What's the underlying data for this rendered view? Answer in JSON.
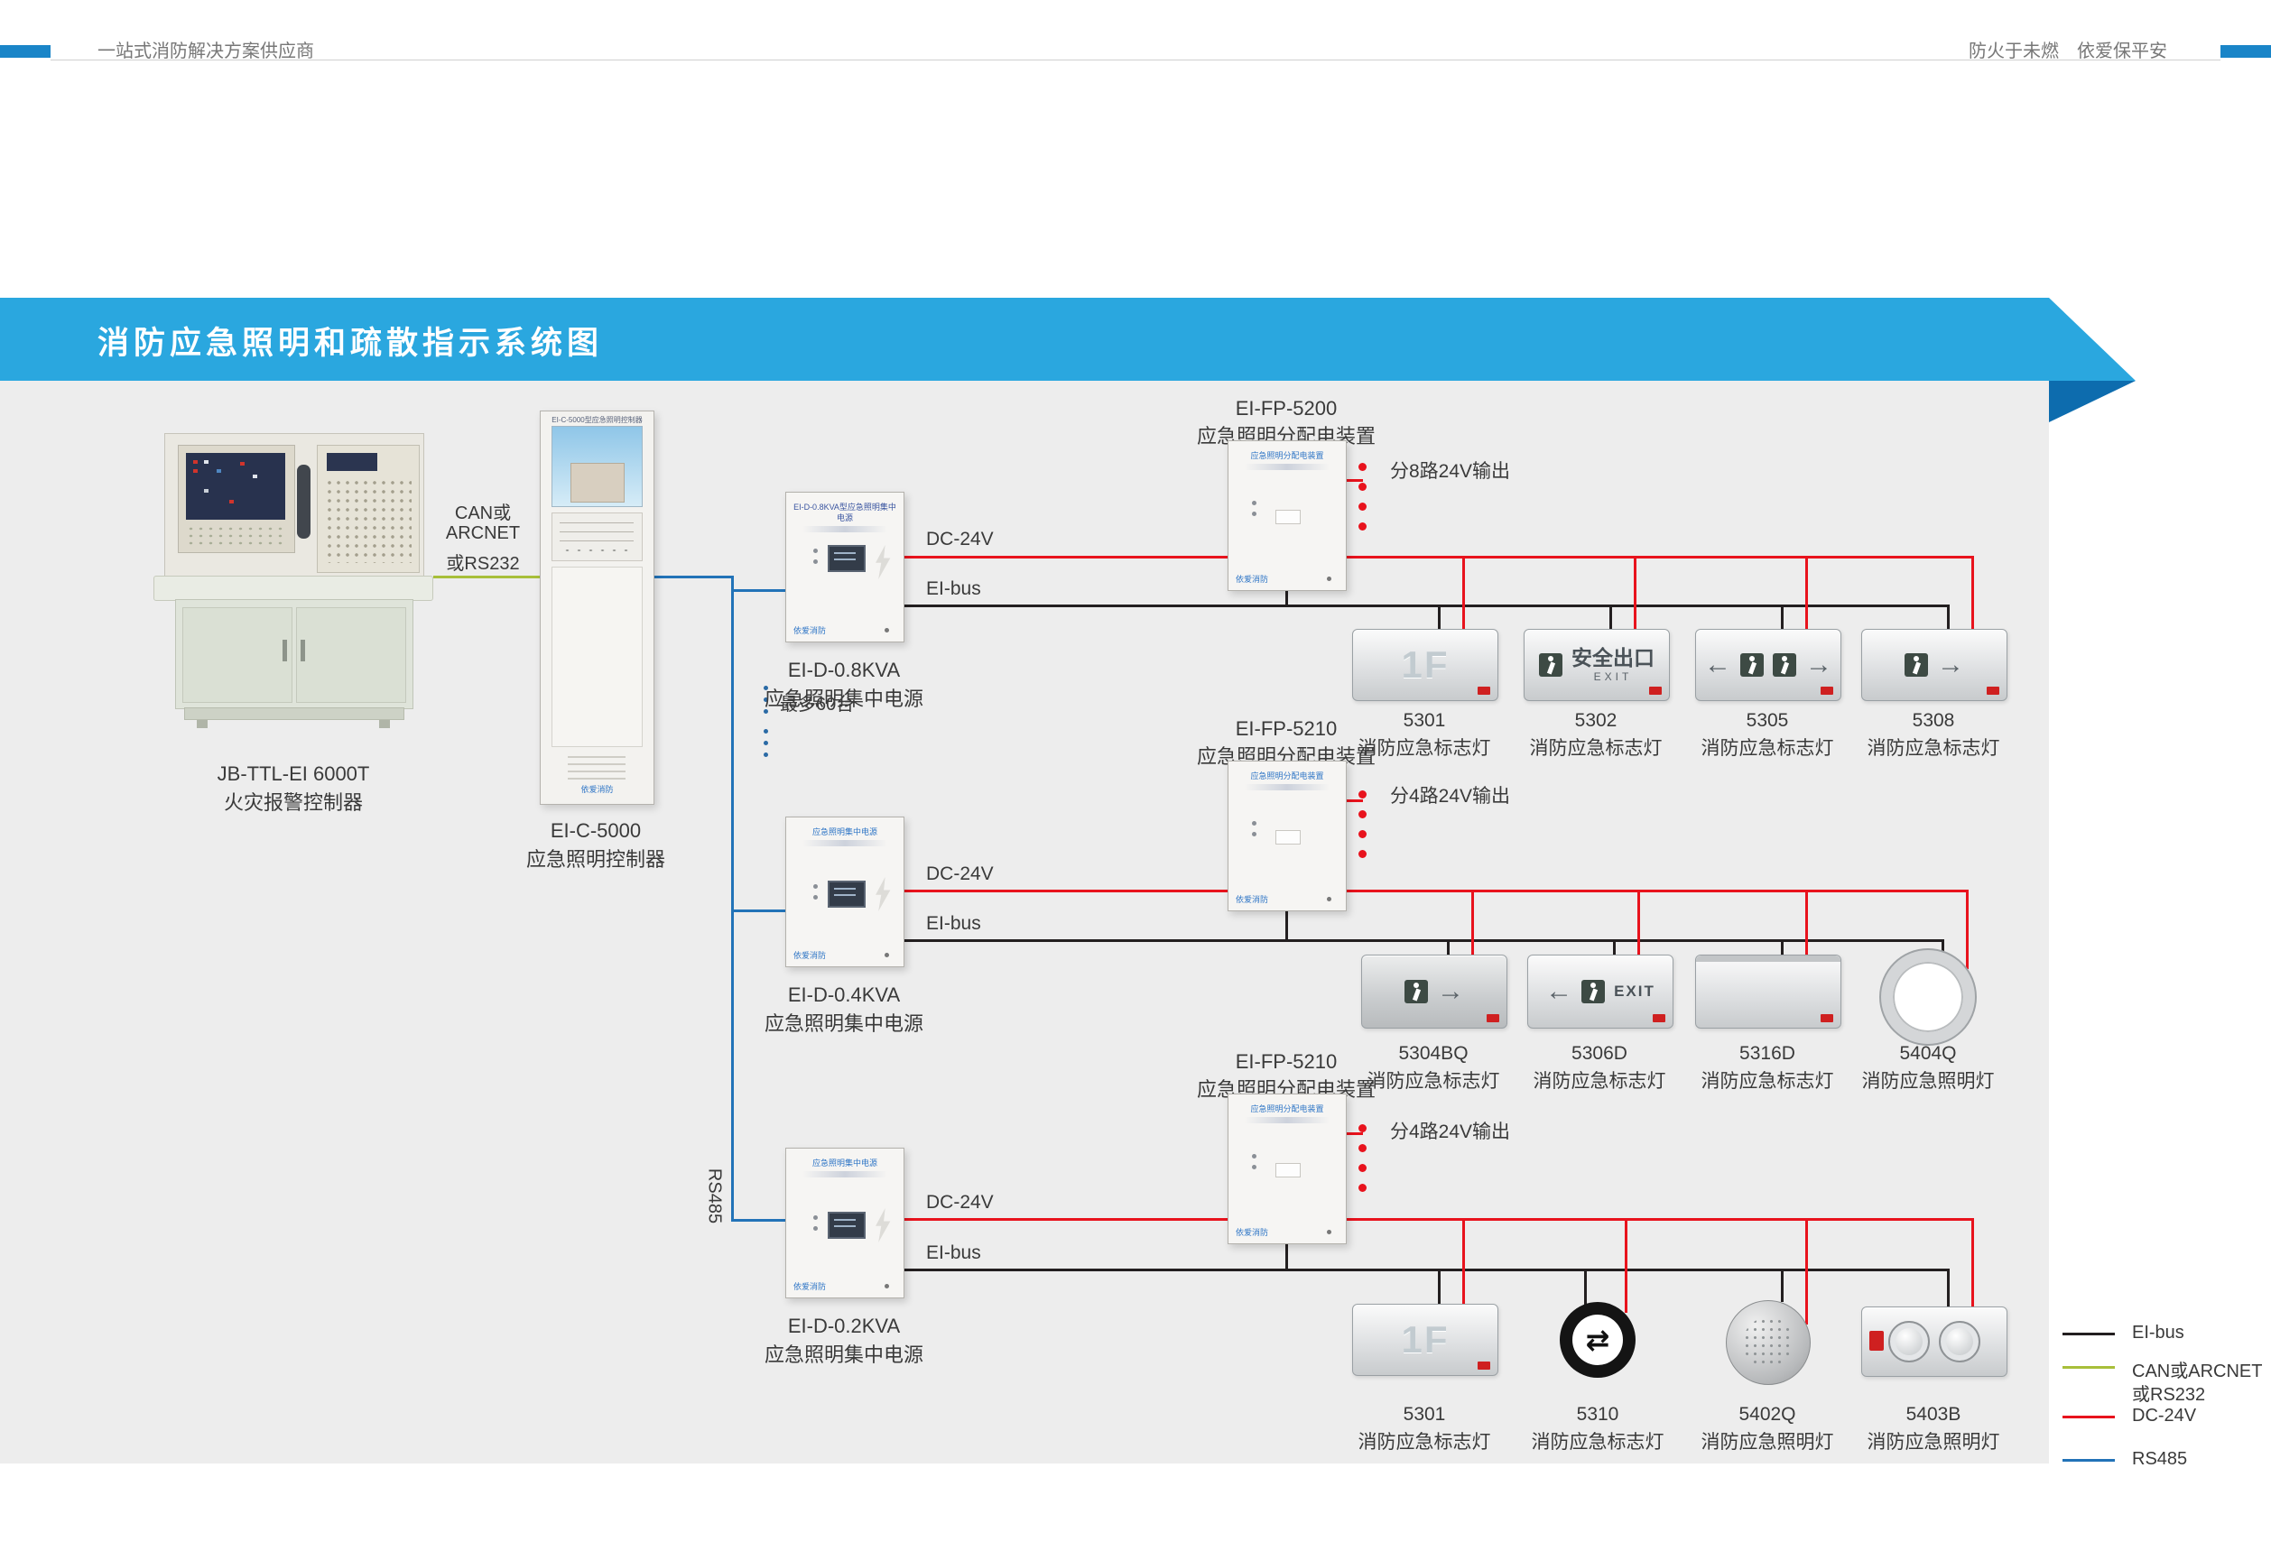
{
  "header": {
    "left_tagline": "一站式消防解决方案供应商",
    "right_tagline": "防火于未燃　依爱保平安"
  },
  "banner": {
    "title": "消防应急照明和疏散指示系统图"
  },
  "colors": {
    "banner_blue": "#2aa7df",
    "fold_blue": "#0d6cae",
    "eibus_black": "#231f20",
    "can_green": "#a8bf3a",
    "dc24v_red": "#e8131d",
    "rs485_blue": "#2273b8"
  },
  "devices": {
    "brand": "依爱消防",
    "controller": {
      "model": "JB-TTL-EI 6000T",
      "name": "火灾报警控制器"
    },
    "ei_c5000": {
      "model": "EI-C-5000",
      "name": "应急照明控制器",
      "caption": "EI-C-5000型应急照明控制器"
    },
    "psu1": {
      "model": "EI-D-0.8KVA",
      "name": "应急照明集中电源",
      "hdr": "EI-D-0.8KVA型应急照明集中电源"
    },
    "psu2": {
      "model": "EI-D-0.4KVA",
      "name": "应急照明集中电源",
      "hdr": "应急照明集中电源"
    },
    "psu3": {
      "model": "EI-D-0.2KVA",
      "name": "应急照明集中电源",
      "hdr": "应急照明集中电源"
    },
    "dist1": {
      "model": "EI-FP-5200",
      "name": "应急照明分配电装置",
      "hdr": "应急照明分配电装置",
      "output": "分8路24V输出"
    },
    "dist2": {
      "model": "EI-FP-5210",
      "name": "应急照明分配电装置",
      "hdr": "应急照明分配电装置",
      "output": "分4路24V输出"
    },
    "dist3": {
      "model": "EI-FP-5210",
      "name": "应急照明分配电装置",
      "hdr": "应急照明分配电装置",
      "output": "分4路24V输出"
    }
  },
  "links": {
    "can_lines": [
      "CAN或",
      "ARCNET",
      "或RS232"
    ],
    "dc24v": "DC-24V",
    "eibus": "EI-bus",
    "rs485": "RS485",
    "max_units": "最多60台"
  },
  "signs": {
    "floor": "1F",
    "exit_cn": "安全出口",
    "exit_en": "EXIT"
  },
  "icons": {
    "arrow_left": "←",
    "arrow_right": "→",
    "arrow_leftright": "⇄"
  },
  "lamps": {
    "row1": [
      {
        "model": "5301",
        "desc": "消防应急标志灯"
      },
      {
        "model": "5302",
        "desc": "消防应急标志灯"
      },
      {
        "model": "5305",
        "desc": "消防应急标志灯"
      },
      {
        "model": "5308",
        "desc": "消防应急标志灯"
      }
    ],
    "row2": [
      {
        "model": "5304BQ",
        "desc": "消防应急标志灯"
      },
      {
        "model": "5306D",
        "desc": "消防应急标志灯"
      },
      {
        "model": "5316D",
        "desc": "消防应急标志灯"
      },
      {
        "model": "5404Q",
        "desc": "消防应急照明灯"
      }
    ],
    "row3": [
      {
        "model": "5301",
        "desc": "消防应急标志灯"
      },
      {
        "model": "5310",
        "desc": "消防应急标志灯"
      },
      {
        "model": "5402Q",
        "desc": "消防应急照明灯"
      },
      {
        "model": "5403B",
        "desc": "消防应急照明灯"
      }
    ]
  },
  "legend": {
    "eibus": "EI-bus",
    "can1": "CAN或ARCNET",
    "can2": "或RS232",
    "dc": "DC-24V",
    "rs485": "RS485"
  }
}
